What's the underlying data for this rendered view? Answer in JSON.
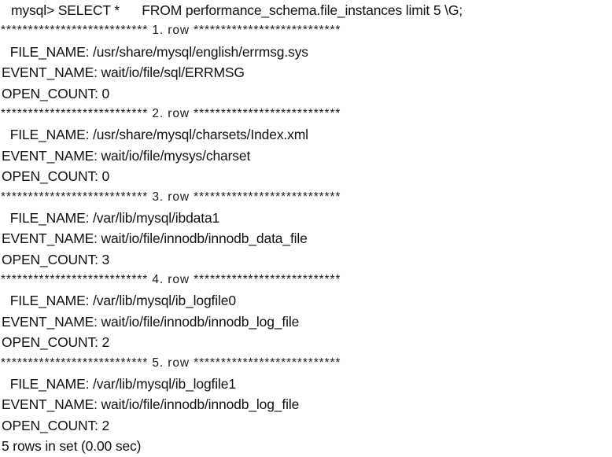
{
  "terminal": {
    "colors": {
      "background": "#ffffff",
      "foreground": "#111111",
      "separator": "#1a1a1a"
    },
    "prompt_line": "mysql> SELECT *      FROM performance_schema.file_instances limit 5 \\G;",
    "separator_prefix": "***************************",
    "separator_suffix": "***************************",
    "rows": [
      {
        "separator": "*************************** 1. row ***************************",
        "file_name_label": " FILE_NAME:",
        "file_name_value": "/usr/share/mysql/english/errmsg.sys",
        "file_name_line": " FILE_NAME: /usr/share/mysql/english/errmsg.sys",
        "event_name_label": "EVENT_NAME:",
        "event_name_value": "wait/io/file/sql/ERRMSG",
        "event_name_line": "EVENT_NAME: wait/io/file/sql/ERRMSG",
        "open_count_label": "OPEN_COUNT:",
        "open_count_value": "0",
        "open_count_line": "OPEN_COUNT: 0"
      },
      {
        "separator": "*************************** 2. row ***************************",
        "file_name_label": " FILE_NAME:",
        "file_name_value": "/usr/share/mysql/charsets/Index.xml",
        "file_name_line": " FILE_NAME: /usr/share/mysql/charsets/Index.xml",
        "event_name_label": "EVENT_NAME:",
        "event_name_value": "wait/io/file/mysys/charset",
        "event_name_line": "EVENT_NAME: wait/io/file/mysys/charset",
        "open_count_label": "OPEN_COUNT:",
        "open_count_value": "0",
        "open_count_line": "OPEN_COUNT: 0"
      },
      {
        "separator": "*************************** 3. row ***************************",
        "file_name_label": " FILE_NAME:",
        "file_name_value": "/var/lib/mysql/ibdata1",
        "file_name_line": " FILE_NAME: /var/lib/mysql/ibdata1",
        "event_name_label": "EVENT_NAME:",
        "event_name_value": "wait/io/file/innodb/innodb_data_file",
        "event_name_line": "EVENT_NAME: wait/io/file/innodb/innodb_data_file",
        "open_count_label": "OPEN_COUNT:",
        "open_count_value": "3",
        "open_count_line": "OPEN_COUNT: 3"
      },
      {
        "separator": "*************************** 4. row ***************************",
        "file_name_label": " FILE_NAME:",
        "file_name_value": "/var/lib/mysql/ib_logfile0",
        "file_name_line": " FILE_NAME: /var/lib/mysql/ib_logfile0",
        "event_name_label": "EVENT_NAME:",
        "event_name_value": "wait/io/file/innodb/innodb_log_file",
        "event_name_line": "EVENT_NAME: wait/io/file/innodb/innodb_log_file",
        "open_count_label": "OPEN_COUNT:",
        "open_count_value": "2",
        "open_count_line": "OPEN_COUNT: 2"
      },
      {
        "separator": "*************************** 5. row ***************************",
        "file_name_label": " FILE_NAME:",
        "file_name_value": "/var/lib/mysql/ib_logfile1",
        "file_name_line": " FILE_NAME: /var/lib/mysql/ib_logfile1",
        "event_name_label": "EVENT_NAME:",
        "event_name_value": "wait/io/file/innodb/innodb_log_file",
        "event_name_line": "EVENT_NAME: wait/io/file/innodb/innodb_log_file",
        "open_count_label": "OPEN_COUNT:",
        "open_count_value": "2",
        "open_count_line": "OPEN_COUNT: 2"
      }
    ],
    "footer": "5 rows in set (0.00 sec)",
    "row_count": 5,
    "elapsed_seconds": "0.00"
  }
}
